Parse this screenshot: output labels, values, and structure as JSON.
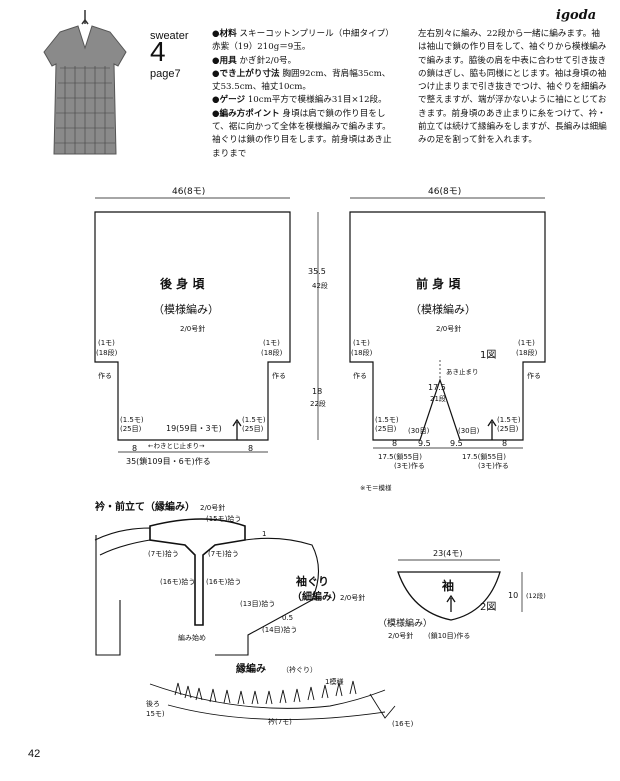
{
  "header": {
    "brand": "igoda",
    "category": "sweater",
    "number": "4",
    "page_ref": "page7"
  },
  "materials": [
    {
      "label": "●材料",
      "text": "スキーコットンプリール（中細タイプ）赤紫（19）210g＝9玉。"
    },
    {
      "label": "●用具",
      "text": "かぎ針2/0号。"
    },
    {
      "label": "●でき上がり寸法",
      "text": "胸囲92cm、背肩幅35cm、丈53.5cm、袖丈10cm。"
    },
    {
      "label": "●ゲージ",
      "text": "10cm平方で模様編み31目×12段。"
    },
    {
      "label": "●編み方ポイント",
      "text": "身頃は肩で鎖の作り目をして、裾に向かって全体を模様編みで編みます。袖ぐりは鎖の作り目をします。前身頃はあき止まりまで"
    }
  ],
  "instructions_cont": "左右別々に編み、22段から一緒に編みます。袖は袖山で鎖の作り目をして、袖ぐりから模様編みで編みます。脇後の肩を中表に合わせて引き抜きの鎖はぎし、脇も同様にとじます。袖は身頃の袖つけ止まりまで引き抜きでつけ、袖ぐりを細編みで整えますが、端が浮かないように袖にとじておきます。前身頃のあき止まりに糸をつけて、衿・前立ては続けて縁編みをしますが、長編みは細編みの足を割って針を入れます。",
  "diagram": {
    "back_title": "後 身 頃",
    "back_pattern": "（模様編み）",
    "front_title": "前 身 頃",
    "front_pattern": "（模様編み）",
    "hook": "2/0号針",
    "width_top": "46(8モ)",
    "height_total": "35.5",
    "height_rows": "42段",
    "side_height": "18",
    "side_rows": "22段",
    "arm_mod": "(1モ)",
    "arm_rows": "(18段)",
    "armhole": "作る",
    "hem_back": "35(鎖109目・6モ)作る",
    "hem_mod": "(1.5モ)",
    "hem_rows": "(25目)",
    "center_back": "19(59目・3モ)",
    "inset": "8",
    "slit": "←わきとじ止まり→",
    "fig1": "1図",
    "front_neck": "あき止まり",
    "front_neck_h": "17.5",
    "front_neck_rows": "21段",
    "front_center": "9.5",
    "front_hem_mod": "(30目)",
    "hem_front": "17.5(鎖55目)",
    "hem_front2": "(3モ)作る",
    "note": "※モ＝模様"
  },
  "collar": {
    "title": "衿・前立て（縁編み）",
    "hook": "2/0号針",
    "pick1": "(15モ)拾う",
    "pick2": "(7モ)拾う",
    "pick3": "(16モ)拾う",
    "armhole_title": "袖ぐり",
    "armhole_sub": "（細編み）",
    "armhole_hook": "2/0号針",
    "rows13": "(13目)拾う",
    "rows14": "(14目)拾う",
    "half": "0.5",
    "one": "1",
    "start": "編み始め"
  },
  "sleeve": {
    "title": "袖",
    "width": "23(4モ)",
    "height": "10",
    "height_rows": "(12段)",
    "pattern": "（模様編み）",
    "hook": "2/0号針",
    "chain": "(鎖10目)作る",
    "fig2": "2図"
  },
  "edging": {
    "title": "縁編み",
    "sub": "（衿ぐり）",
    "one_pattern": "1模様",
    "back_label": "後ろ",
    "back_mod": "15モ)",
    "collar_mod": "衿(7モ)",
    "front_mod": "(16モ)"
  },
  "page_number": "42"
}
